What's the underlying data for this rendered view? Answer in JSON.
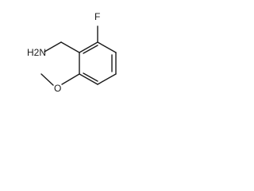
{
  "molecule": {
    "atoms": {
      "fluorine": "F",
      "amine": "H2N",
      "oxygen": "O"
    }
  }
}
